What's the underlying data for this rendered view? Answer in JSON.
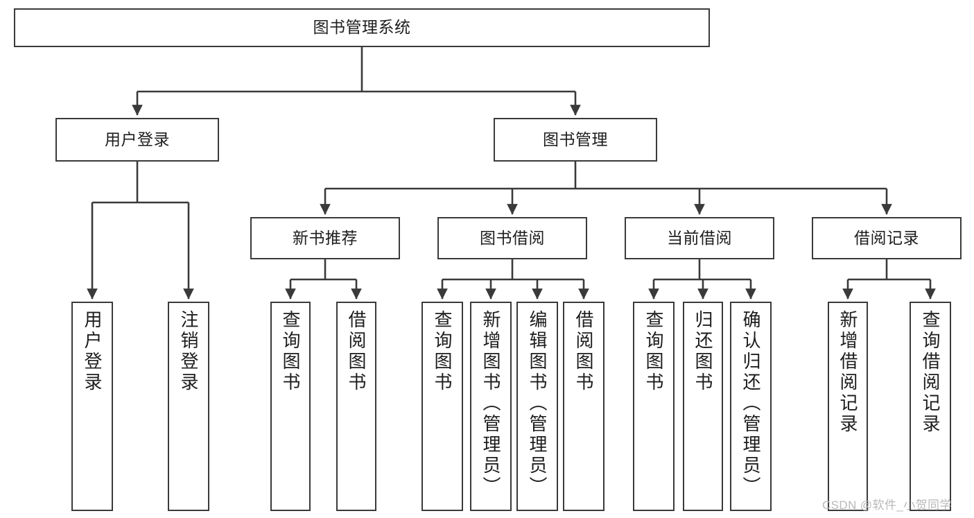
{
  "diagram": {
    "type": "tree-flowchart",
    "title": "图书管理系统",
    "style": {
      "box_border_color": "#3a3a3a",
      "box_fill_color": "#ffffff",
      "line_color": "#3a3a3a",
      "text_color": "#1d1d1d",
      "background": "#ffffff"
    },
    "root": {
      "label": "图书管理系统"
    },
    "level1": [
      {
        "label": "用户登录"
      },
      {
        "label": "图书管理"
      }
    ],
    "level2": [
      {
        "label": "新书推荐"
      },
      {
        "label": "图书借阅"
      },
      {
        "label": "当前借阅"
      },
      {
        "label": "借阅记录"
      }
    ],
    "leaves": {
      "user_login": [
        {
          "label": "用户登录"
        },
        {
          "label": "注销登录"
        }
      ],
      "new_book_recommend": [
        {
          "label": "查询图书"
        },
        {
          "label": "借阅图书"
        }
      ],
      "book_borrow": [
        {
          "label": "查询图书"
        },
        {
          "label": "新增图书（管理员）"
        },
        {
          "label": "编辑图书（管理员）"
        },
        {
          "label": "借阅图书"
        }
      ],
      "current_borrow": [
        {
          "label": "查询图书"
        },
        {
          "label": "归还图书"
        },
        {
          "label": "确认归还（管理员）"
        }
      ],
      "borrow_record": [
        {
          "label": "新增借阅记录"
        },
        {
          "label": "查询借阅记录"
        }
      ]
    }
  },
  "watermark": {
    "text": "CSDN @软件_小贺同学"
  }
}
